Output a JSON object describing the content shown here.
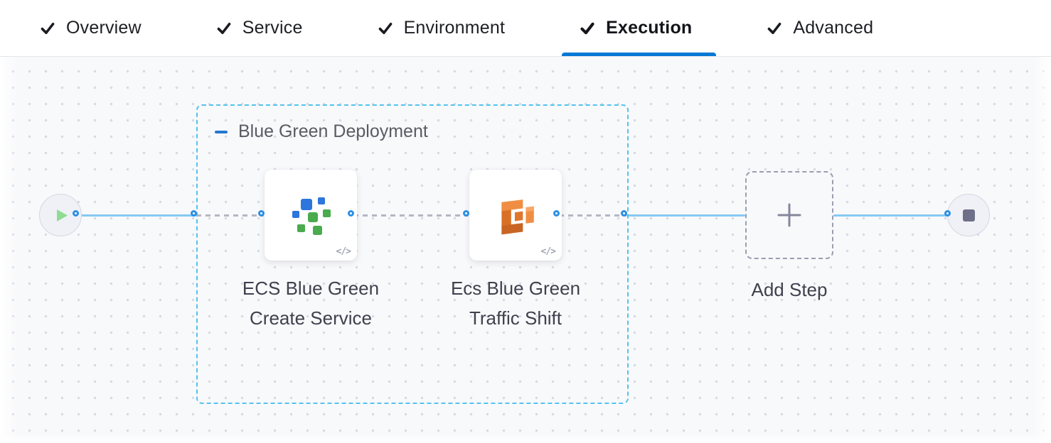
{
  "tabs": {
    "items": [
      {
        "label": "Overview",
        "active": false
      },
      {
        "label": "Service",
        "active": false
      },
      {
        "label": "Environment",
        "active": false
      },
      {
        "label": "Execution",
        "active": true
      },
      {
        "label": "Advanced",
        "active": false
      }
    ]
  },
  "pipeline": {
    "group_label": "Blue Green Deployment",
    "steps": [
      {
        "label_line1": "ECS Blue Green",
        "label_line2": "Create Service",
        "icon": "ecs-create-service-icon",
        "badge": "</>"
      },
      {
        "label_line1": "Ecs Blue Green",
        "label_line2": "Traffic Shift",
        "icon": "aws-ecs-icon",
        "badge": "</>"
      }
    ],
    "add_step_label": "Add Step"
  },
  "icons": {
    "check": "✓",
    "play": "▶",
    "stop": "■",
    "plus": "+",
    "collapse": "−",
    "code": "</>"
  },
  "colors": {
    "accent": "#0278d5",
    "connector_blue": "#86c9f3",
    "connector_gray": "#b4b7c3",
    "group_border": "#56c2ec",
    "port_ring": "#2b8fe4",
    "play_green": "#8ddc92",
    "stop_gray": "#6e7089",
    "icon_blue": "#2c76dd",
    "icon_green": "#49ab4e",
    "icon_orange": "#e0762c"
  }
}
